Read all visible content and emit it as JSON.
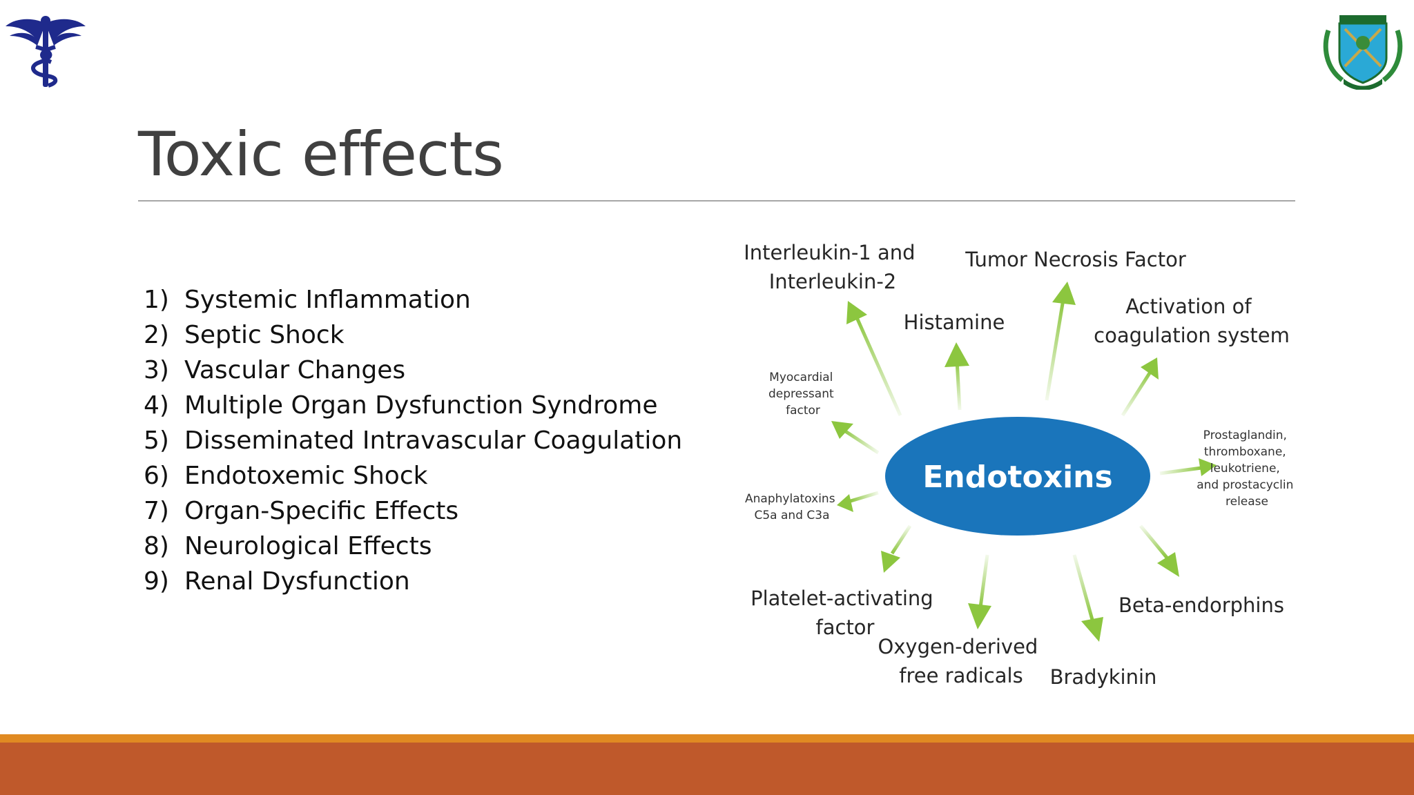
{
  "slide": {
    "title": "Toxic effects",
    "effects": [
      {
        "num": "1)",
        "text": "Systemic Inflammation"
      },
      {
        "num": "2)",
        "text": "Septic Shock"
      },
      {
        "num": "3)",
        "text": "Vascular Changes"
      },
      {
        "num": "4)",
        "text": "Multiple Organ Dysfunction Syndrome"
      },
      {
        "num": "5)",
        "text": "Disseminated Intravascular Coagulation"
      },
      {
        "num": "6)",
        "text": "Endotoxemic Shock"
      },
      {
        "num": "7)",
        "text": "Organ-Specific Effects"
      },
      {
        "num": "8)",
        "text": "Neurological Effects"
      },
      {
        "num": "9)",
        "text": "Renal Dysfunction"
      }
    ]
  },
  "diagram": {
    "center": "Endotoxins",
    "labels": {
      "interleukin": [
        "Interleukin-1 and",
        "Interleukin-2"
      ],
      "tnf": [
        "Tumor Necrosis Factor"
      ],
      "histamine": [
        "Histamine"
      ],
      "coagulation": [
        "Activation of",
        "coagulation system"
      ],
      "myocardial": [
        "Myocardial",
        "depressant",
        "factor"
      ],
      "prostaglandin": [
        "Prostaglandin,",
        "thromboxane,",
        "leukotriene,",
        "and prostacyclin",
        "release"
      ],
      "anaphylatoxins": [
        "Anaphylatoxins",
        "C5a and C3a"
      ],
      "platelet": [
        "Platelet-activating",
        "factor"
      ],
      "oxygen": [
        "Oxygen-derived",
        "free radicals"
      ],
      "beta": [
        "Beta-endorphins"
      ],
      "bradykinin": [
        "Bradykinin"
      ]
    }
  },
  "colors": {
    "ellipse": "#1a75bb",
    "arrow": "#8cc63f",
    "footer_orange": "#e08a22",
    "footer_rust": "#bf592b"
  },
  "logos": {
    "left": "caduceus-logo",
    "right": "university-seal-logo"
  }
}
